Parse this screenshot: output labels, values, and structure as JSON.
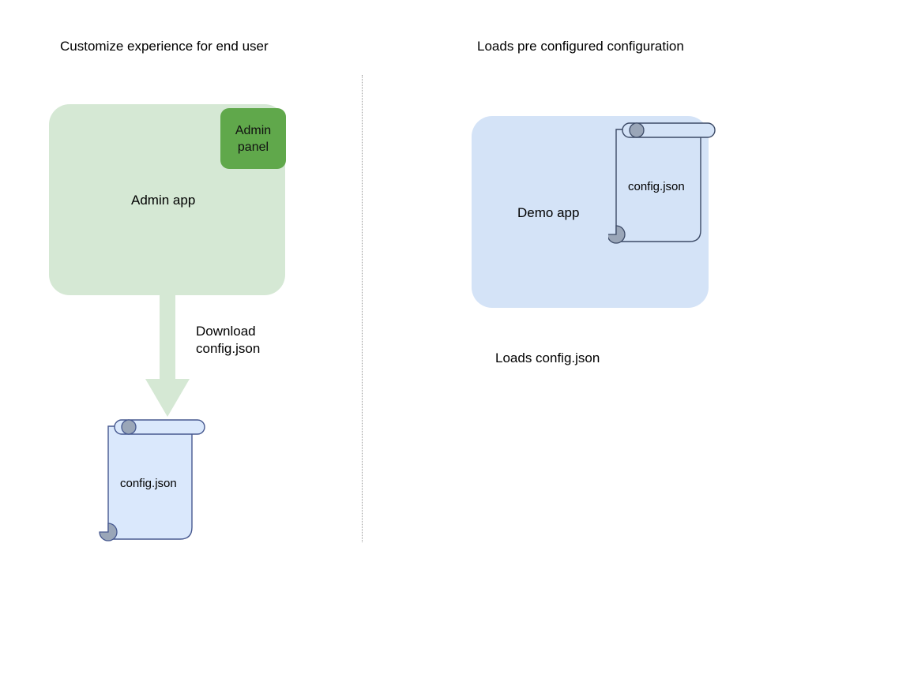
{
  "diagram": {
    "background": "#ffffff",
    "columns": {
      "left": {
        "title": "Customize experience for end user",
        "app": {
          "label": "Admin app",
          "fill": "#d5e8d4"
        },
        "panel": {
          "label": "Admin panel",
          "line1": "Admin",
          "line2": "panel",
          "fill": "#60a84b"
        },
        "arrow": {
          "caption_line1": "Download",
          "caption_line2": "config.json",
          "fill": "#d5e8d4",
          "direction": "down"
        },
        "document": {
          "label": "config.json",
          "fill": "#dae8fc",
          "stroke": "#46588f",
          "roll_fill": "#9aa6b8"
        }
      },
      "right": {
        "title": "Loads pre configured configuration",
        "app": {
          "label": "Demo app",
          "fill": "#d4e3f7"
        },
        "document": {
          "label": "config.json",
          "fill": "#d4e3f7",
          "stroke": "#3c4a66",
          "roll_fill": "#9aa6b8"
        },
        "caption": "Loads config.json"
      }
    },
    "divider": {
      "style": "dotted",
      "color": "#9a9a9a"
    }
  }
}
